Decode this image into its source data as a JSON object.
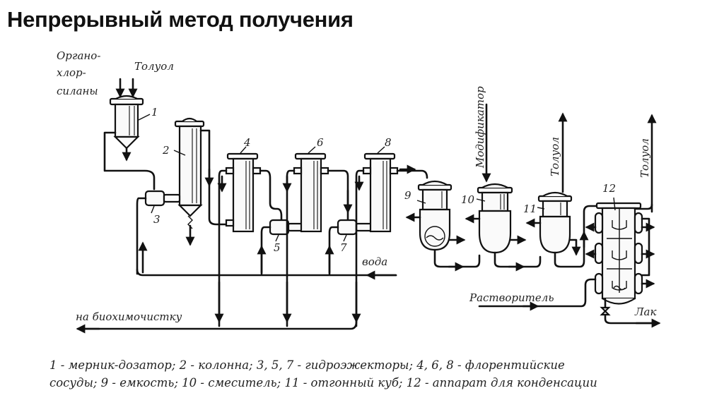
{
  "title": "Непрерывный метод получения",
  "labels": {
    "organochlorosilanes": [
      "Органо-",
      "хлор-",
      "силаны"
    ],
    "toluene_in": "Толуол",
    "modifier": "Модификатор",
    "toluene_out_11": "Толуол",
    "toluene_out_12": "Толуол",
    "water": "вода",
    "to_biocleaning": "на биохимочистку",
    "solvent": "Растворитель",
    "varnish": "Лак"
  },
  "equipment_numbers": [
    "1",
    "2",
    "3",
    "4",
    "5",
    "6",
    "7",
    "8",
    "9",
    "10",
    "11",
    "12"
  ],
  "legend": {
    "line1": "1 - мерник-дозатор; 2 - колонна; 3, 5, 7 - гидроэжекторы; 4, 6, 8 - флорентийские",
    "line2": "сосуды; 9 - емкость; 10 - смеситель; 11 - отгонный куб; 12 - аппарат для конденсации",
    "items": [
      {
        "ids": "1",
        "name": "мерник-дозатор"
      },
      {
        "ids": "2",
        "name": "колонна"
      },
      {
        "ids": "3, 5, 7",
        "name": "гидроэжекторы"
      },
      {
        "ids": "4, 6, 8",
        "name": "флорентийские сосуды"
      },
      {
        "ids": "9",
        "name": "емкость"
      },
      {
        "ids": "10",
        "name": "смеситель"
      },
      {
        "ids": "11",
        "name": "отгонный куб"
      },
      {
        "ids": "12",
        "name": "аппарат для конденсации"
      }
    ]
  }
}
